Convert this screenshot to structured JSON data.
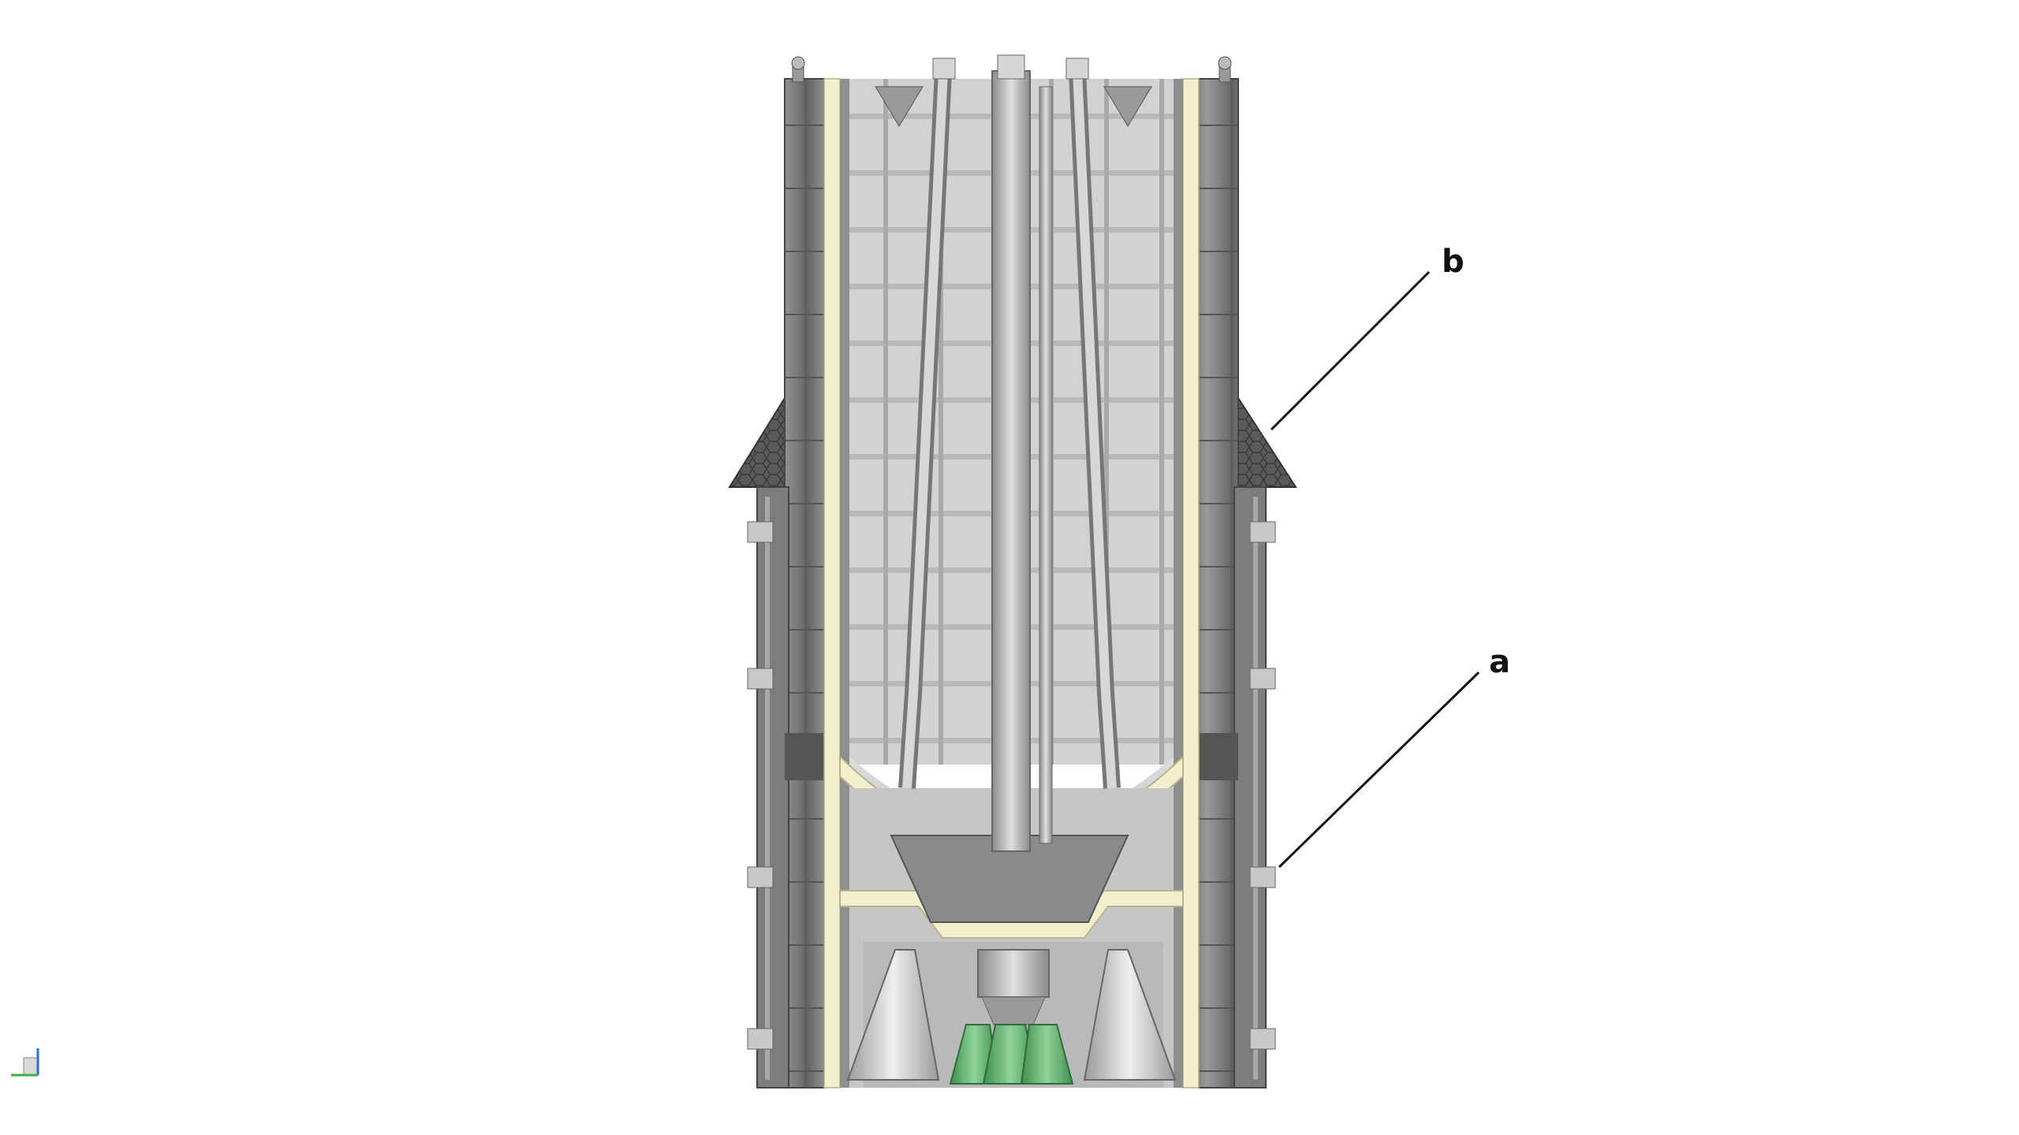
{
  "figure": {
    "subject": "cutaway-rocket-stage",
    "callouts": [
      {
        "id": "b",
        "label": "b"
      },
      {
        "id": "a",
        "label": "a"
      }
    ],
    "colors": {
      "background": "#ffffff",
      "hull_dark": "#6e6e6e",
      "hull_mid": "#8f8f8f",
      "interior": "#c9c9c9",
      "interior_light": "#e4e4e4",
      "insulation": "#f2efcf",
      "engine_green": "#5fae6c",
      "line": "#111111",
      "axis_x": "#3cb043",
      "axis_y": "#2d6cdf"
    },
    "icons": [
      "axis-triad-icon"
    ]
  }
}
